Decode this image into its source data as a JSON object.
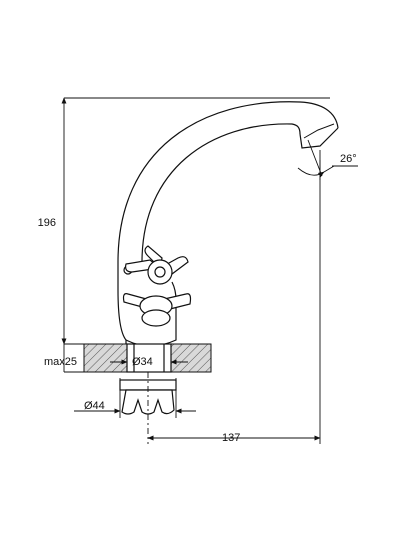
{
  "dimensions": {
    "height_total": "196",
    "max_thickness": "max25",
    "hole_diameter": "Ø34",
    "base_diameter": "Ø44",
    "reach": "137",
    "spout_angle": "26°"
  },
  "colors": {
    "line": "#111111",
    "hatch_fill": "#d9d9d9",
    "background": "#ffffff"
  }
}
